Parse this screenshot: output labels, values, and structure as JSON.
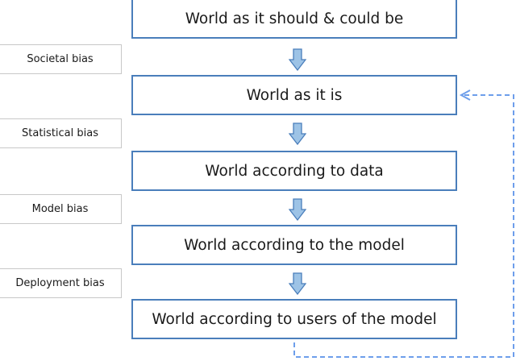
{
  "stages": [
    {
      "label": "World as it should & could be"
    },
    {
      "label": "World as it is"
    },
    {
      "label": "World according to data"
    },
    {
      "label": "World according to the model"
    },
    {
      "label": "World according to users of the model"
    }
  ],
  "biases": [
    {
      "label": "Societal bias"
    },
    {
      "label": "Statistical bias"
    },
    {
      "label": "Model bias"
    },
    {
      "label": "Deployment bias"
    }
  ],
  "colors": {
    "box_border": "#4a7ebb",
    "arrow_fill": "#9dc3e6",
    "arrow_stroke": "#4a7ebb",
    "feedback_line": "#6d9eeb",
    "bias_border": "#c8c8c8"
  }
}
